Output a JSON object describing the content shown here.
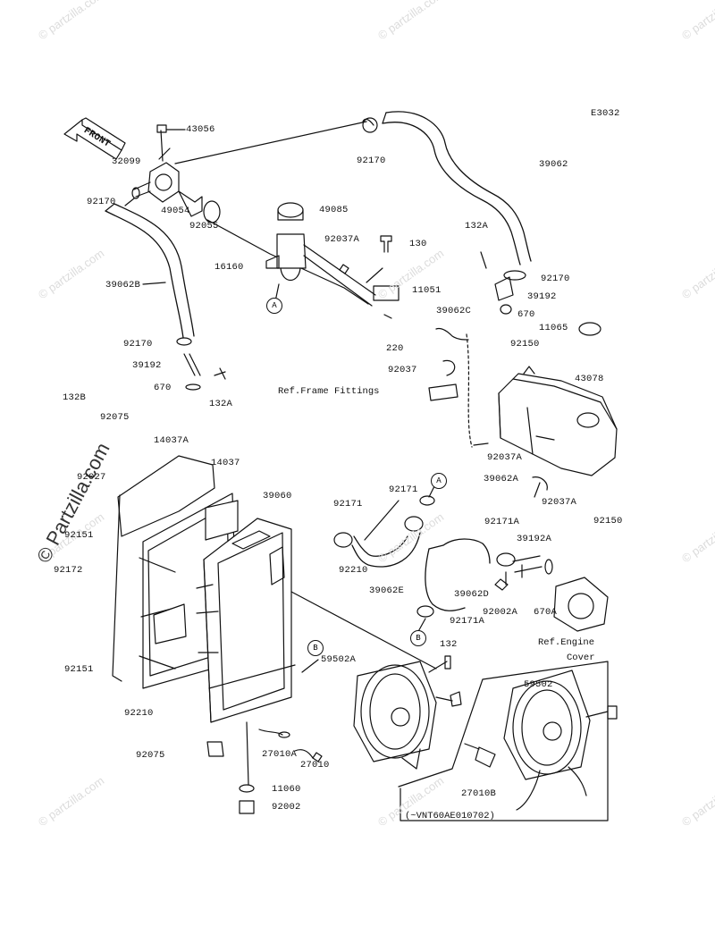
{
  "diagram_code": "E3032",
  "front_label": "FRONT",
  "watermark": "© Partzilla.com",
  "watermark_small": "© partzilla.com",
  "parts": [
    {
      "id": "43056"
    },
    {
      "id": "32099"
    },
    {
      "id": "92170a",
      "text": "92170"
    },
    {
      "id": "49054"
    },
    {
      "id": "92055"
    },
    {
      "id": "39062B"
    },
    {
      "id": "92170b",
      "text": "92170"
    },
    {
      "id": "39192a",
      "text": "39192"
    },
    {
      "id": "670a",
      "text": "670"
    },
    {
      "id": "132A_left",
      "text": "132A"
    },
    {
      "id": "92170c",
      "text": "92170"
    },
    {
      "id": "39062"
    },
    {
      "id": "49085"
    },
    {
      "id": "92037A"
    },
    {
      "id": "130"
    },
    {
      "id": "16160"
    },
    {
      "id": "11051"
    },
    {
      "id": "220"
    },
    {
      "id": "132A_right",
      "text": "132A"
    },
    {
      "id": "92170d",
      "text": "92170"
    },
    {
      "id": "39192b",
      "text": "39192"
    },
    {
      "id": "670b",
      "text": "670"
    },
    {
      "id": "39062C"
    },
    {
      "id": "11065"
    },
    {
      "id": "92150a",
      "text": "92150"
    },
    {
      "id": "43078"
    },
    {
      "id": "92037"
    },
    {
      "id": "132B"
    },
    {
      "id": "92075a",
      "text": "92075"
    },
    {
      "id": "14037A"
    },
    {
      "id": "92027"
    },
    {
      "id": "14037"
    },
    {
      "id": "39060"
    },
    {
      "id": "92171a",
      "text": "92171"
    },
    {
      "id": "92171b",
      "text": "92171"
    },
    {
      "id": "92151a",
      "text": "92151"
    },
    {
      "id": "92210a",
      "text": "92210"
    },
    {
      "id": "39062E"
    },
    {
      "id": "92037A_b",
      "text": "92037A"
    },
    {
      "id": "39062A"
    },
    {
      "id": "92037A_c",
      "text": "92037A"
    },
    {
      "id": "92150b",
      "text": "92150"
    },
    {
      "id": "92171A"
    },
    {
      "id": "39192A"
    },
    {
      "id": "39062D"
    },
    {
      "id": "92002A"
    },
    {
      "id": "670A"
    },
    {
      "id": "92171A_b",
      "text": "92171A"
    },
    {
      "id": "92172"
    },
    {
      "id": "92151b",
      "text": "92151"
    },
    {
      "id": "132"
    },
    {
      "id": "59502A"
    },
    {
      "id": "59502"
    },
    {
      "id": "92210b",
      "text": "92210"
    },
    {
      "id": "27010A"
    },
    {
      "id": "27010"
    },
    {
      "id": "92075b",
      "text": "92075"
    },
    {
      "id": "11060"
    },
    {
      "id": "92002"
    },
    {
      "id": "27010B"
    }
  ],
  "callouts": {
    "a": "A",
    "b": "B"
  },
  "notes": {
    "frame": "Ref.Frame Fittings",
    "engine_cover_1": "Ref.Engine",
    "engine_cover_2": "Cover",
    "serial": "(~VNT60AE010702)"
  }
}
